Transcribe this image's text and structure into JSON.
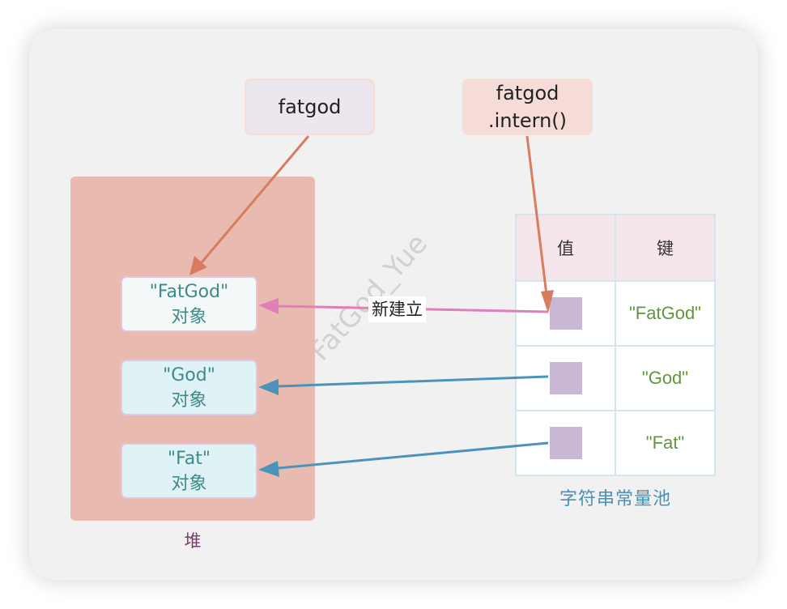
{
  "references": {
    "fatgod": {
      "line1": "fatgod"
    },
    "intern": {
      "line1": "fatgod",
      "line2": ".intern()"
    }
  },
  "heap": {
    "label": "堆",
    "objects": [
      {
        "value": "\"FatGod\"",
        "suffix": "对象"
      },
      {
        "value": "\"God\"",
        "suffix": "对象"
      },
      {
        "value": "\"Fat\"",
        "suffix": "对象"
      }
    ]
  },
  "pool": {
    "label": "字符串常量池",
    "headers": {
      "value": "值",
      "key": "键"
    },
    "rows": [
      {
        "key": "\"FatGod\""
      },
      {
        "key": "\"God\""
      },
      {
        "key": "\"Fat\""
      }
    ]
  },
  "edges": {
    "new_label": "新建立"
  },
  "watermark": "FatGod_Yue",
  "colors": {
    "ref_arrow": "#d97b5f",
    "new_arrow": "#e07fb8",
    "pool_arrow": "#4b93bb"
  }
}
